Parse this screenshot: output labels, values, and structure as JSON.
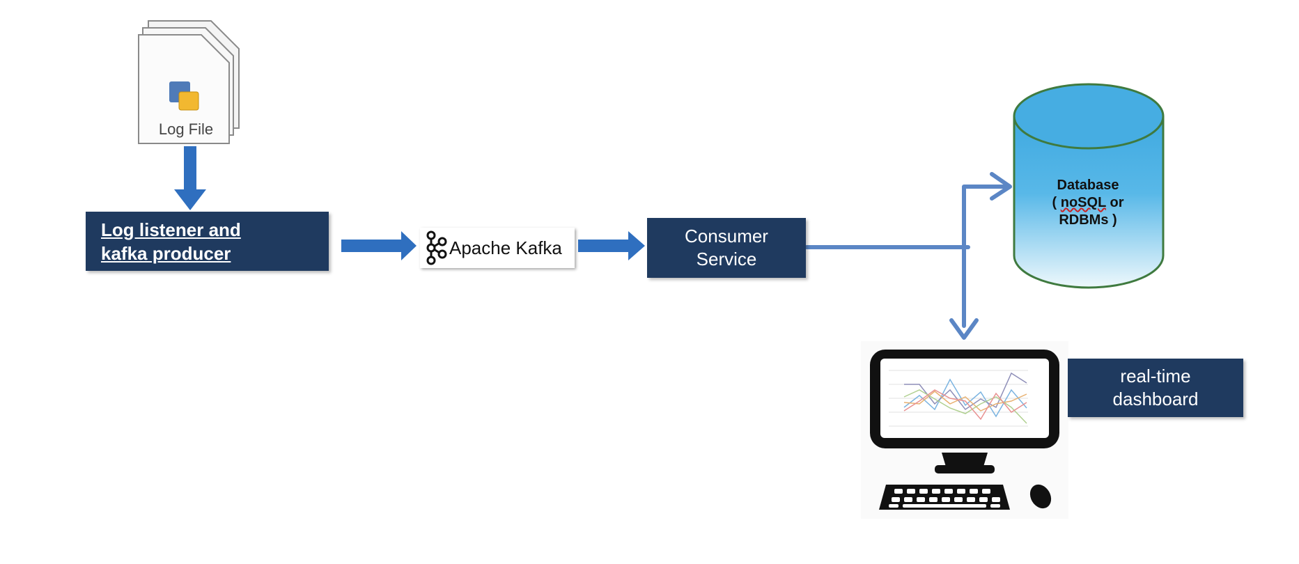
{
  "diagram": {
    "log_file": {
      "label": "Log File",
      "icon": "stacked-document-icon"
    },
    "producer": {
      "line1": "Log listener and",
      "line2": "kafka producer"
    },
    "kafka": {
      "label": "Apache Kafka",
      "icon": "kafka-logo-icon"
    },
    "consumer": {
      "line1": "Consumer",
      "line2": "Service"
    },
    "database": {
      "line1": "Database",
      "line2_prefix": "( ",
      "line2_underlined": "noSQL",
      "line2_suffix": " or",
      "line3": "RDBMs  )",
      "icon": "database-cylinder-icon"
    },
    "dashboard": {
      "line1": "real-time",
      "line2": "dashboard",
      "icon": "desktop-computer-icon"
    },
    "colors": {
      "box_fill": "#1f3a5f",
      "arrow": "#2f6fbf",
      "connector": "#5b86c5",
      "db_top": "#4db3e6",
      "db_bottom": "#e6f4fb",
      "db_stroke": "#3f7a3f"
    }
  }
}
